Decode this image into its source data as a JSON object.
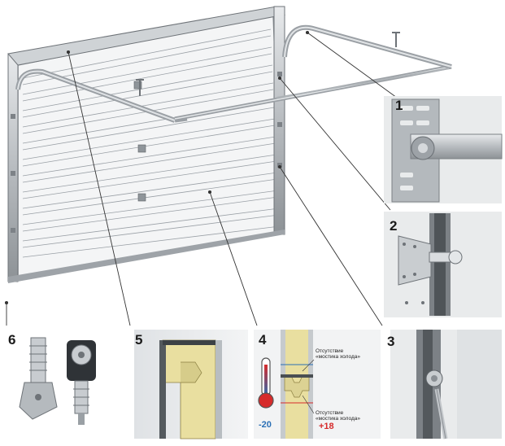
{
  "callouts": {
    "c1": "1",
    "c2": "2",
    "c3": "3",
    "c4": "4",
    "c5": "5",
    "c6": "6"
  },
  "panel4": {
    "note_top_line1": "Отсутствие",
    "note_top_line2": "«мостика холода»",
    "note_bottom_line1": "Отсутствие",
    "note_bottom_line2": "«мостика холода»",
    "temp_cold": "-20",
    "temp_warm": "+18"
  },
  "colors": {
    "cold": "#2a6fb5",
    "warm": "#d62b2b",
    "foam": "#e9dfa0",
    "steel": "#b9bec3",
    "panel_bg": "#e7e9eb"
  }
}
